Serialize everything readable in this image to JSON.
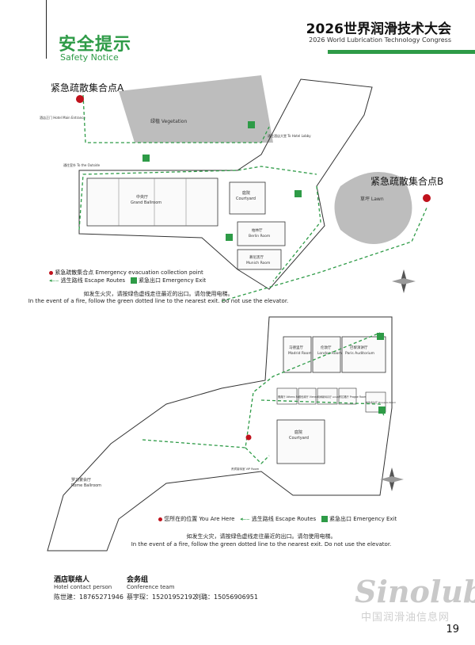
{
  "header": {
    "title_cn": "安全提示",
    "title_en": "Safety Notice",
    "conference_cn": "2026世界润滑技术大会",
    "conference_en": "2026 World Lubrication Technology Congress"
  },
  "map1": {
    "point_a": "紧急疏散集合点A",
    "point_b": "紧急疏散集合点B",
    "vegetation": "绿植 Vegetation",
    "lawn": "草坪 Lawn",
    "grand_ballroom_cn": "中央厅",
    "grand_ballroom_en": "Grand Ballroom",
    "courtyard_cn": "庭院",
    "courtyard_en": "Courtyard",
    "berlin_cn": "柏林厅",
    "berlin_en": "Berlin Room",
    "munich_cn": "慕尼黑厅",
    "munich_en": "Munich Room",
    "hotel_entrance": "酒店正门 Hotel Main Entrance",
    "to_outside": "通往室外 To the Outside",
    "to_lobby": "通往酒店大堂 To Hotel Lobby",
    "legend_point": "紧急疏散集合点 Emergency evacuation collection point",
    "legend_route": "逃生路线 Escape Routes",
    "legend_exit": "紧急出口 Emergency Exit",
    "note_cn": "如发生火灾，请按绿色虚线走往最近的出口。请勿使用电梯。",
    "note_en": "In the event of a fire, follow the green dotted line to the nearest exit. Do not use the elevator."
  },
  "map2": {
    "madrid_cn": "马德里厅",
    "madrid_en": "Madrid Room",
    "london_cn": "伦敦厅",
    "london_en": "London Room",
    "paris_cn": "巴黎演讲厅",
    "paris_en": "Paris Auditorium",
    "athens": "雅典厅 Athens Room",
    "vienna": "维也纳厅 Vienna Room",
    "amsterdam": "阿姆斯特丹厅 Amsterdam Room",
    "prague": "布拉格厅 Prague Room",
    "brussels": "布鲁塞尔厅 Brussels Room",
    "courtyard_cn": "庭院",
    "courtyard_en": "Courtyard",
    "rome_cn": "罗马宴会厅",
    "rome_en": "Rome Ballroom",
    "chinese_cn": "中餐厅",
    "chinese_en": "Chinese Restaurant",
    "vip": "贵宾接待室 VIP Room",
    "legend_here": "您所在的位置 You Are Here",
    "legend_route": "逃生路线 Escape Routes",
    "legend_exit": "紧急出口 Emergency Exit",
    "note_cn": "如发生火灾，请按绿色虚线走往最近的出口。请勿使用电梯。",
    "note_en": "In the event of a fire, follow the green dotted line to the nearest exit. Do not use the elevator."
  },
  "contacts": {
    "hotel_cn": "酒店联络人",
    "hotel_en": "Hotel contact person",
    "hotel_person": "陈世建：18765271946",
    "team_cn": "会务组",
    "team_en": "Conference team",
    "team_person1": "蔡宇琛：15201952192",
    "team_person2": "刘璐：15056906951"
  },
  "watermark": {
    "brand": "Sinolub",
    "cn": "中国润滑油信息网"
  },
  "page_number": "19",
  "colors": {
    "green": "#2e9b47",
    "red": "#c0121c",
    "gray": "#bdbdbd"
  }
}
